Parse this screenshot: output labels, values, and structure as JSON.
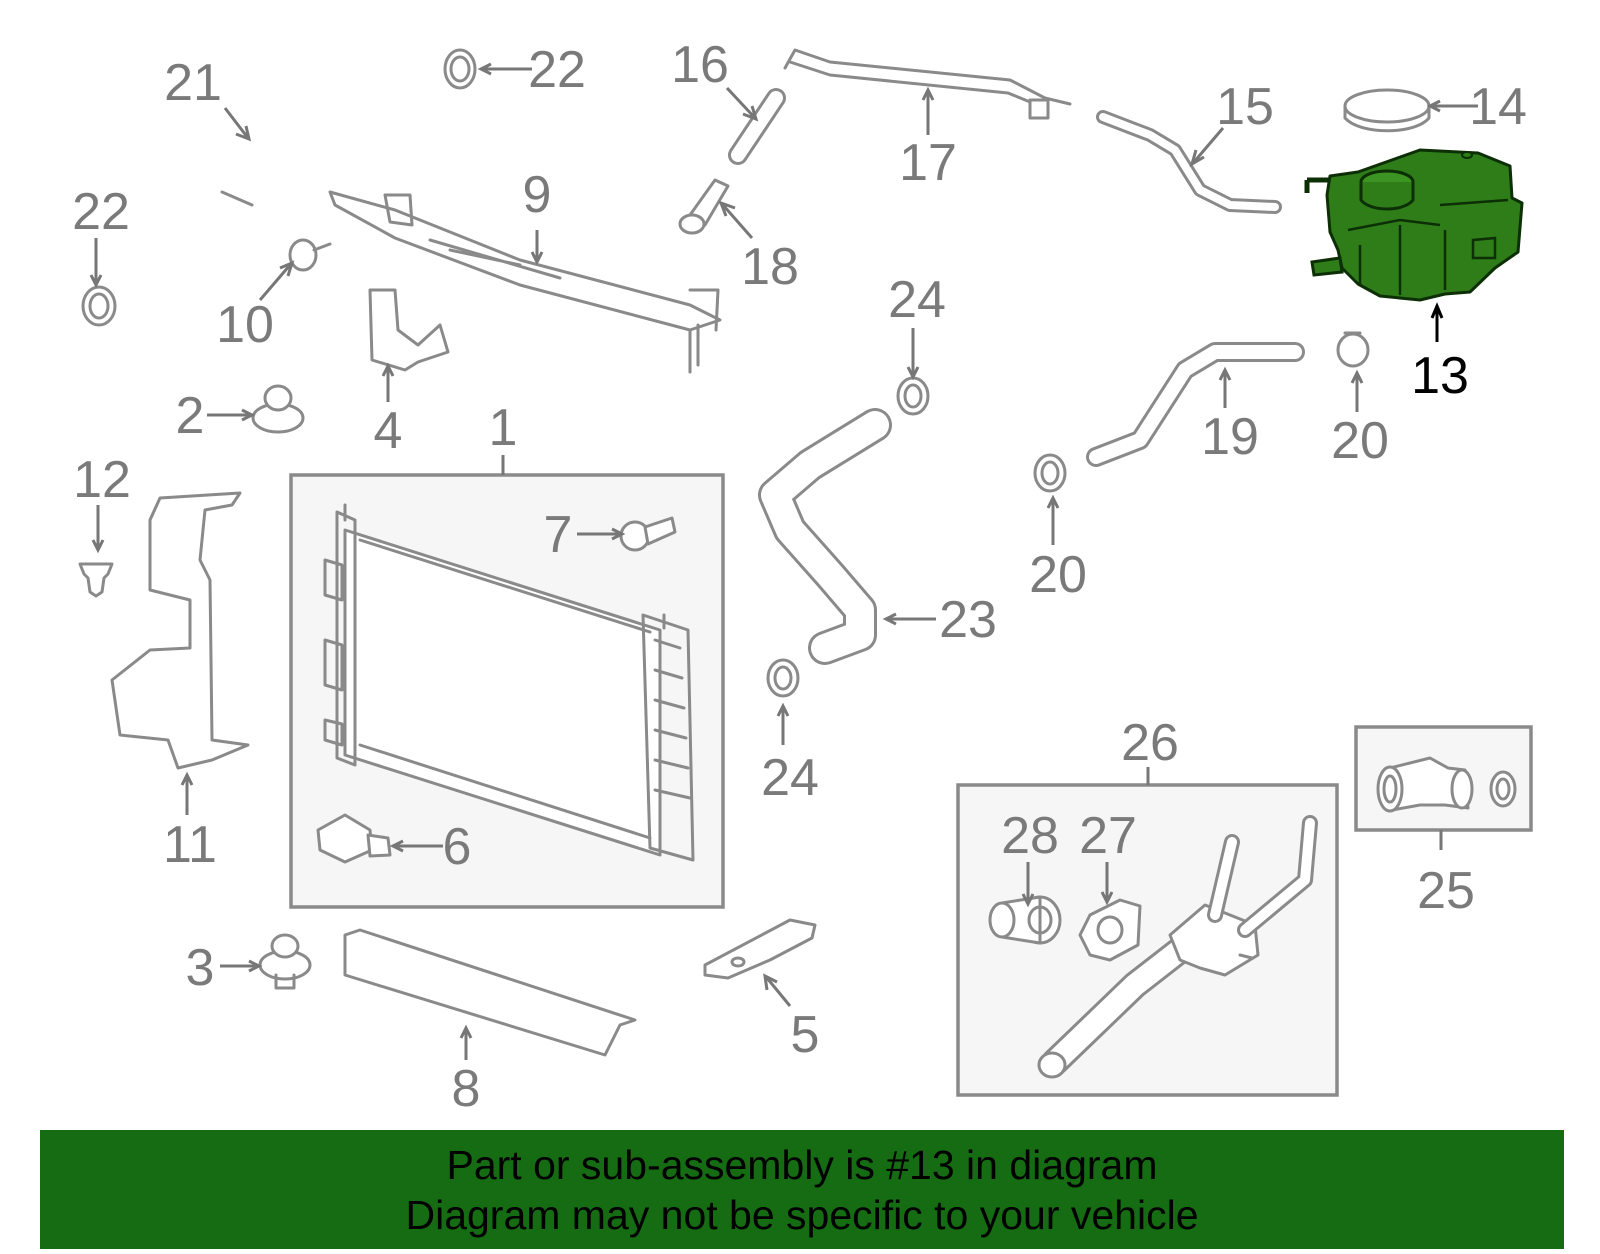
{
  "diagram": {
    "highlight_color": "#2e7d18",
    "highlight_callout": "13",
    "callouts": [
      {
        "id": "c1",
        "text": "1"
      },
      {
        "id": "c2",
        "text": "2"
      },
      {
        "id": "c3",
        "text": "3"
      },
      {
        "id": "c4",
        "text": "4"
      },
      {
        "id": "c5",
        "text": "5"
      },
      {
        "id": "c6",
        "text": "6"
      },
      {
        "id": "c7",
        "text": "7"
      },
      {
        "id": "c8",
        "text": "8"
      },
      {
        "id": "c9",
        "text": "9"
      },
      {
        "id": "c10",
        "text": "10"
      },
      {
        "id": "c11",
        "text": "11"
      },
      {
        "id": "c12",
        "text": "12"
      },
      {
        "id": "c13",
        "text": "13"
      },
      {
        "id": "c14",
        "text": "14"
      },
      {
        "id": "c15",
        "text": "15"
      },
      {
        "id": "c16",
        "text": "16"
      },
      {
        "id": "c17",
        "text": "17"
      },
      {
        "id": "c18",
        "text": "18"
      },
      {
        "id": "c19",
        "text": "19"
      },
      {
        "id": "c20a",
        "text": "20"
      },
      {
        "id": "c20b",
        "text": "20"
      },
      {
        "id": "c21",
        "text": "21"
      },
      {
        "id": "c22a",
        "text": "22"
      },
      {
        "id": "c22b",
        "text": "22"
      },
      {
        "id": "c23",
        "text": "23"
      },
      {
        "id": "c24a",
        "text": "24"
      },
      {
        "id": "c24b",
        "text": "24"
      },
      {
        "id": "c25",
        "text": "25"
      },
      {
        "id": "c26",
        "text": "26"
      },
      {
        "id": "c27",
        "text": "27"
      },
      {
        "id": "c28",
        "text": "28"
      }
    ]
  },
  "banner": {
    "line1": "Part or sub-assembly is #13 in diagram",
    "line2": "Diagram may not be specific to your vehicle",
    "color": "#156c12"
  }
}
